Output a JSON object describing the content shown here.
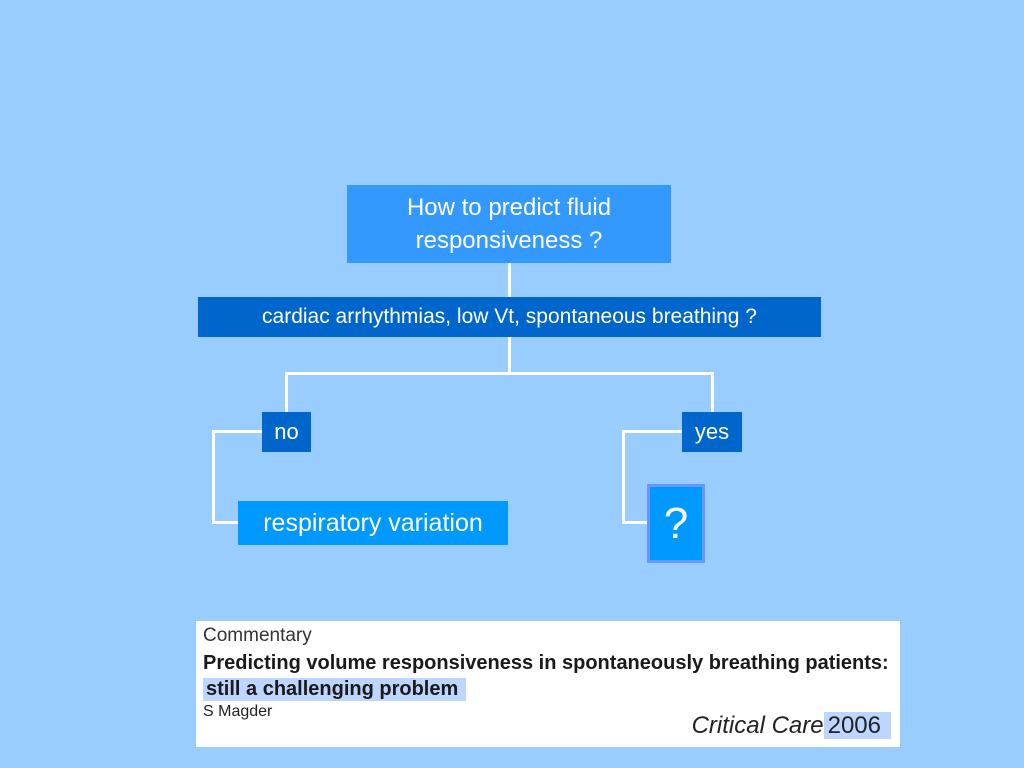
{
  "diagram": {
    "question": "How to predict fluid responsiveness ?",
    "condition": "cardiac arrhythmias, low Vt, spontaneous breathing ?",
    "branch_no": "no",
    "branch_yes": "yes",
    "no_result": "respiratory variation",
    "yes_result": "?"
  },
  "citation": {
    "kicker": "Commentary",
    "title_part1": "Predicting volume responsiveness in spontaneously breathing patients: ",
    "title_highlight": "still a challenging problem",
    "author": "S Magder",
    "journal": "Critical Care",
    "year": "2006"
  },
  "colors": {
    "background": "#99ccff",
    "dark_box": "#0066cc",
    "light_box": "#3399ff",
    "result_box": "#0099ff",
    "highlight": "#bcd6ff"
  }
}
